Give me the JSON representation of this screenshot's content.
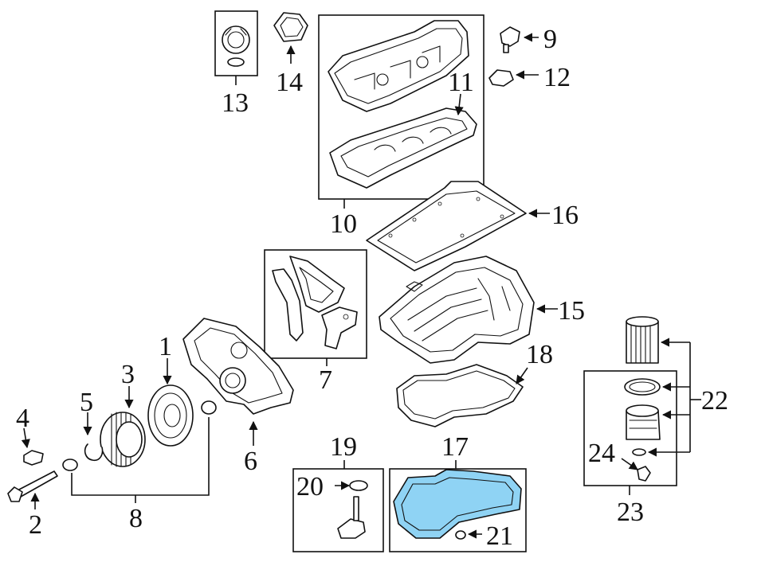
{
  "callouts": {
    "c1": "1",
    "c2": "2",
    "c3": "3",
    "c4": "4",
    "c5": "5",
    "c6": "6",
    "c7": "7",
    "c8": "8",
    "c9": "9",
    "c10": "10",
    "c11": "11",
    "c12": "12",
    "c13": "13",
    "c14": "14",
    "c15": "15",
    "c16": "16",
    "c17": "17",
    "c18": "18",
    "c19": "19",
    "c20": "20",
    "c21": "21",
    "c22": "22",
    "c23": "23",
    "c24": "24"
  },
  "colors": {
    "line": "#111111",
    "oil_pan_highlight": "#8fd3f4",
    "background": "#ffffff"
  }
}
